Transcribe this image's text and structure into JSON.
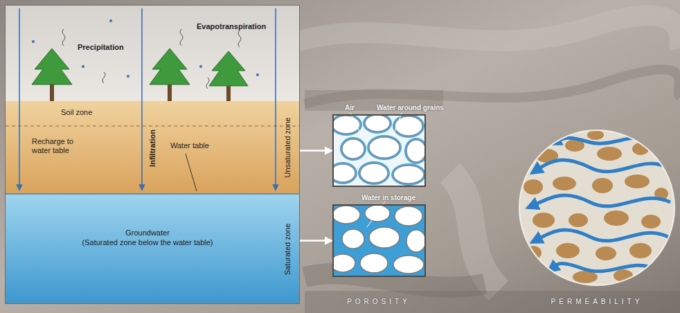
{
  "diagram": {
    "nodes": [
      {
        "text": [
          "Evapotranspiration",
          "Precipitation"
        ]
      },
      {
        "text": [
          "Soil zone",
          "Infiltration",
          "Recharge to water table",
          "Water table",
          "Unsaturated zone"
        ],
        "in": 0
      },
      {
        "text": [
          "Groundwater",
          "(Saturated zone below the water table)",
          "Saturated zone"
        ],
        "in": 0
      },
      {
        "text": [
          "Air",
          "Water around grains"
        ]
      },
      {
        "text": [
          "Water in storage"
        ]
      }
    ],
    "edges": [
      {
        "from": 1,
        "to": 3,
        "arrow": "to"
      },
      {
        "from": 2,
        "to": 4,
        "arrow": "to"
      }
    ],
    "labels": [
      "POROSITY",
      "PERMEABILITY"
    ]
  }
}
